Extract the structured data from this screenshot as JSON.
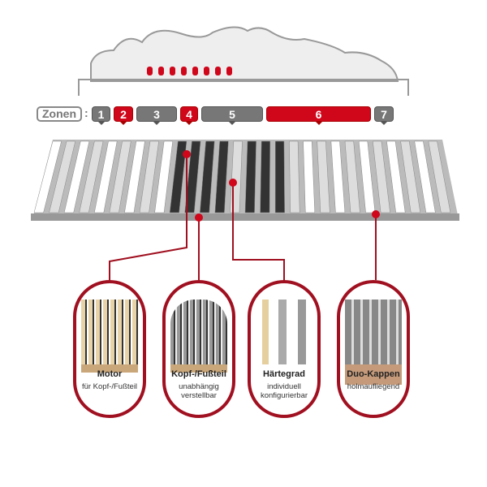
{
  "zones": {
    "label": "Zonen",
    "items": [
      {
        "n": "1",
        "color": "gray"
      },
      {
        "n": "2",
        "color": "red"
      },
      {
        "n": "3",
        "color": "gray"
      },
      {
        "n": "4",
        "color": "red"
      },
      {
        "n": "5",
        "color": "gray"
      },
      {
        "n": "6",
        "color": "red"
      },
      {
        "n": "7",
        "color": "gray"
      }
    ]
  },
  "features": [
    {
      "title": "Motor",
      "sub": "für Kopf-/Fußteil"
    },
    {
      "title": "Kopf-/Fußteil",
      "sub": "unabhängig verstellbar"
    },
    {
      "title": "Härtegrad",
      "sub": "individuell konfigurierbar"
    },
    {
      "title": "Duo-Kappen",
      "sub": "holmaufliegend"
    }
  ],
  "colors": {
    "accent": "#d0061b",
    "frame": "#a01020",
    "gray": "#777777"
  }
}
